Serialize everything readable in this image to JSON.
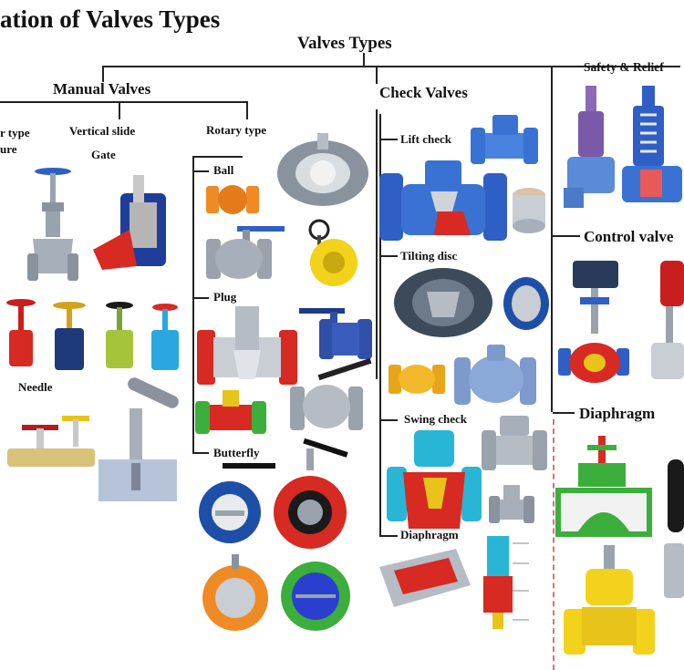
{
  "title": "ation of Valves Types",
  "root": "Valves Types",
  "branches": {
    "manual": "Manual Valves",
    "check": "Check Valves",
    "safety": "Safety & Relief",
    "control": "Control valve",
    "diaphragm": "Diaphragm"
  },
  "manual_groups": {
    "linear_line1": "r type",
    "linear_line2": "ure",
    "vertical_line1": "Vertical slide",
    "vertical_line2": "Gate",
    "rotary": "Rotary type",
    "needle": "Needle"
  },
  "rotary_items": {
    "ball": "Ball",
    "plug": "Plug",
    "butterfly": "Butterfly"
  },
  "check_items": {
    "lift": "Lift check",
    "tilting": "Tilting disc",
    "swing": "Swing check",
    "diaphragm": "Diaphragm"
  },
  "icons": [
    "gate-valve-icon",
    "needle-valve-icon",
    "ball-valve-icon",
    "plug-valve-icon",
    "butterfly-valve-icon",
    "lift-check-valve-icon",
    "tilting-disc-valve-icon",
    "swing-check-valve-icon",
    "diaphragm-check-valve-icon",
    "safety-relief-valve-icon",
    "control-valve-icon",
    "diaphragm-valve-icon"
  ],
  "colors": {
    "accent_blue": "#2f5fc4",
    "accent_red": "#d62a22",
    "steel": "#9aa3ad",
    "yellow": "#f2d21b",
    "orange": "#f08a24",
    "green": "#3cae3c",
    "divider_dash": "#e07070"
  }
}
